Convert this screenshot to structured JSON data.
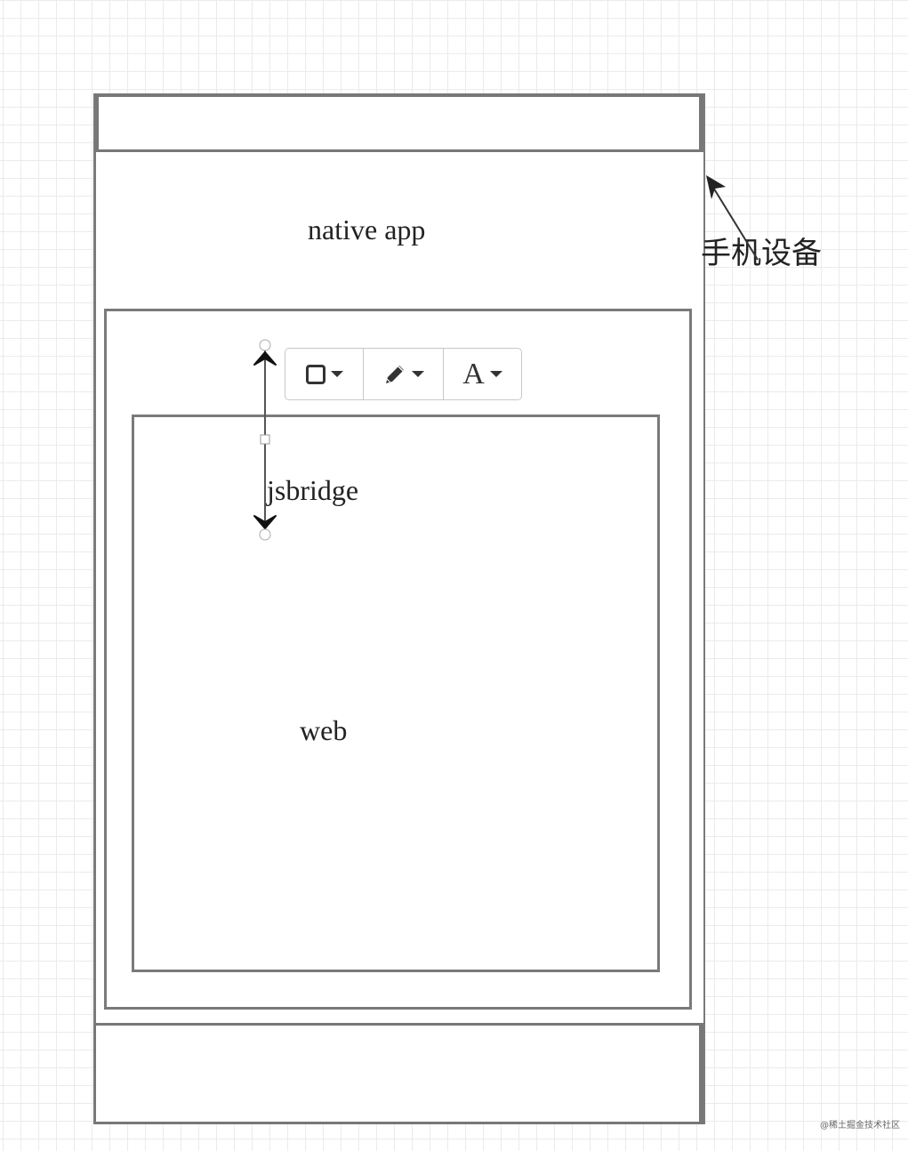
{
  "diagram": {
    "device_label": "手机设备",
    "native_app_label": "native app",
    "jsbridge_label": "jsbridge",
    "web_label": "web"
  },
  "toolbar": {
    "buttons": [
      {
        "name": "shape",
        "icon": "rounded-square-icon"
      },
      {
        "name": "pen",
        "icon": "pencil-icon"
      },
      {
        "name": "text",
        "icon": "text-A-icon",
        "label": "A"
      }
    ]
  },
  "colors": {
    "border": "#7a7a7a",
    "grid": "#ebebeb",
    "text": "#222222",
    "toolbar_border": "#c8c8c8"
  },
  "watermark": "@稀土掘金技术社区"
}
